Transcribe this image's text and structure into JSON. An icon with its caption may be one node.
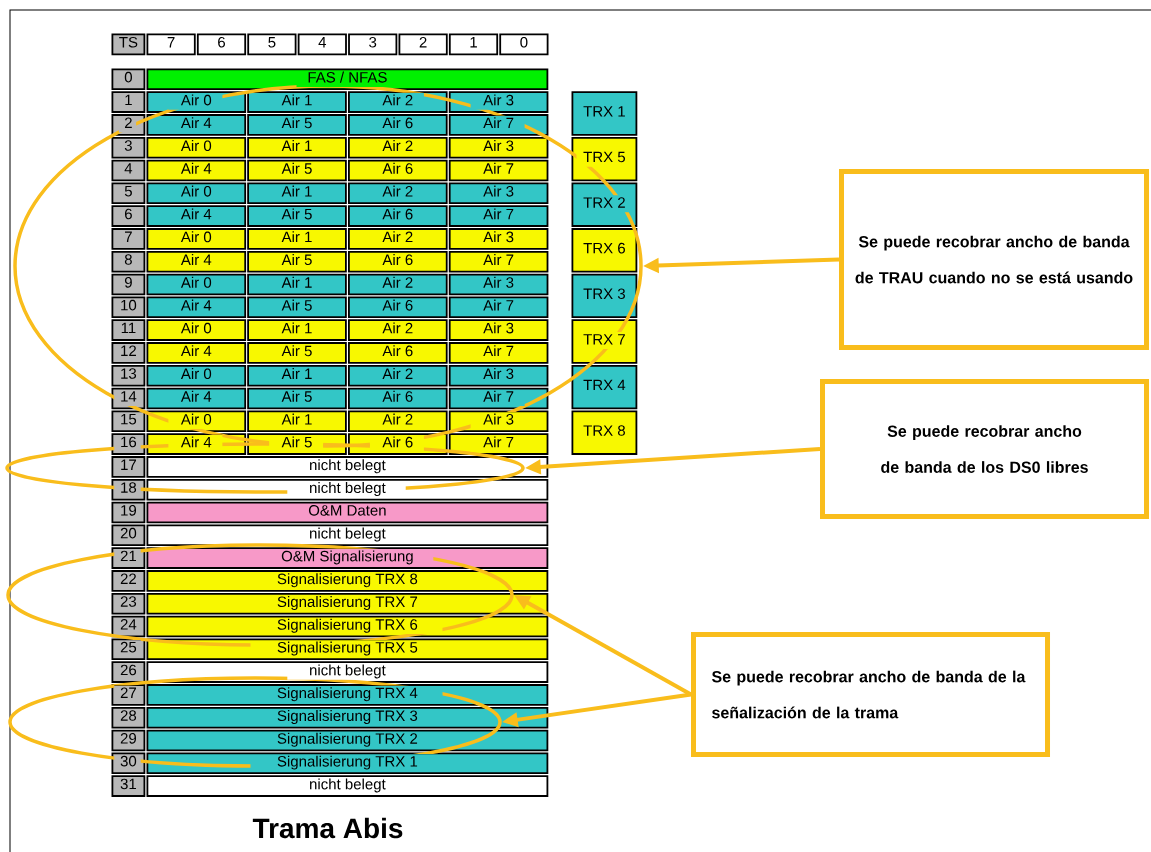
{
  "diagram": {
    "title": "Trama Abis",
    "nodes": [
      {
        "text": [],
        "shape": "ellipse"
      },
      {
        "text": [
          "Se puede recobrar ancho de banda de TRAU cuando no se está usando"
        ]
      },
      {
        "text": [
          "Se puede recobrar ancho de banda de los DS0 libres"
        ]
      },
      {
        "text": [],
        "shape": "ellipse"
      },
      {
        "text": [],
        "shape": "ellipse"
      },
      {
        "text": [
          "Se puede recobrar ancho de banda de la señalización de la trama"
        ]
      },
      {
        "text": [],
        "shape": "ellipse"
      }
    ],
    "edges": [
      {
        "from": 1,
        "to": 0,
        "arrow": "to"
      },
      {
        "from": 2,
        "to": 3,
        "arrow": "to"
      },
      {
        "from": 5,
        "to": 4,
        "arrow": "to"
      },
      {
        "from": 5,
        "to": 6,
        "arrow": "to"
      }
    ],
    "labels": [
      "TS",
      "7",
      "6",
      "5",
      "4",
      "3",
      "2",
      "1",
      "0",
      "0",
      "FAS / NFAS",
      "1",
      "Air 0",
      "Air 1",
      "Air 2",
      "Air 3",
      "2",
      "Air 4",
      "Air 5",
      "Air 6",
      "Air 7",
      "3",
      "Air 0",
      "Air 1",
      "Air 2",
      "Air 3",
      "4",
      "Air 4",
      "Air 5",
      "Air 6",
      "Air 7",
      "5",
      "Air 0",
      "Air 1",
      "Air 2",
      "Air 3",
      "6",
      "Air 4",
      "Air 5",
      "Air 6",
      "Air 7",
      "7",
      "Air 0",
      "Air 1",
      "Air 2",
      "Air 3",
      "8",
      "Air 4",
      "Air 5",
      "Air 6",
      "Air 7",
      "9",
      "Air 0",
      "Air 1",
      "Air 2",
      "Air 3",
      "10",
      "Air 4",
      "Air 5",
      "Air 6",
      "Air 7",
      "11",
      "Air 0",
      "Air 1",
      "Air 2",
      "Air 3",
      "12",
      "Air 4",
      "Air 5",
      "Air 6",
      "Air 7",
      "13",
      "Air 0",
      "Air 1",
      "Air 2",
      "Air 3",
      "14",
      "Air 4",
      "Air 5",
      "Air 6",
      "Air 7",
      "15",
      "Air 0",
      "Air 1",
      "Air 2",
      "Air 3",
      "16",
      "Air 4",
      "Air 5",
      "Air 6",
      "Air 7",
      "17",
      "nicht belegt",
      "18",
      "nicht belegt",
      "19",
      "O&M Daten",
      "20",
      "nicht belegt",
      "21",
      "O&M Signalisierung",
      "22",
      "Signalisierung TRX 8",
      "23",
      "Signalisierung TRX 7",
      "24",
      "Signalisierung TRX 6",
      "25",
      "Signalisierung TRX 5",
      "26",
      "nicht belegt",
      "27",
      "Signalisierung TRX 4",
      "28",
      "Signalisierung TRX 3",
      "29",
      "Signalisierung TRX 2",
      "30",
      "Signalisierung TRX 1",
      "31",
      "nicht belegt",
      "TRX 1",
      "TRX 5",
      "TRX 2",
      "TRX 6",
      "TRX 3",
      "TRX 7",
      "TRX 4",
      "TRX 8"
    ]
  }
}
